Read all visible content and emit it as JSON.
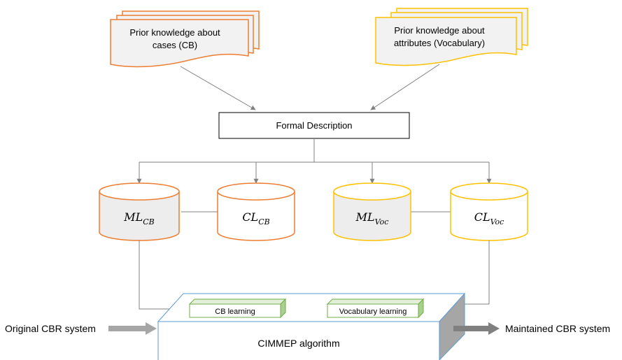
{
  "diagram": {
    "prior_cases": {
      "line1": "Prior knowledge about",
      "line2": "cases (CB)"
    },
    "prior_attributes": {
      "line1": "Prior knowledge about",
      "line2": "attributes (Vocabulary)"
    },
    "formal_description": "Formal Description",
    "databases": [
      {
        "main": "ML",
        "sub": "CB"
      },
      {
        "main": "CL",
        "sub": "CB"
      },
      {
        "main": "ML",
        "sub": "Voc"
      },
      {
        "main": "CL",
        "sub": "Voc"
      }
    ],
    "cb_learning": "CB learning",
    "vocabulary_learning": "Vocabulary learning",
    "algorithm": "CIMMEP algorithm",
    "input_label": "Original CBR system",
    "output_label": "Maintained CBR system"
  },
  "colors": {
    "orange": "#ED7D31",
    "yellow": "#FFC000",
    "blue": "#5B9BD5",
    "green": "#70AD47",
    "connector": "#808080",
    "doc_fill": "#F2F2F2"
  }
}
